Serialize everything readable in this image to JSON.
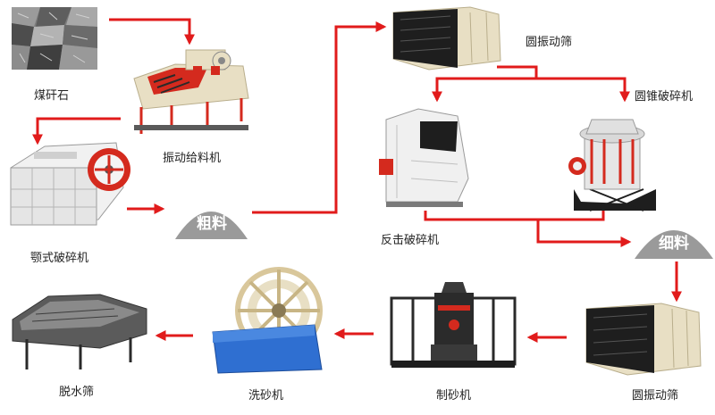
{
  "nodes": {
    "raw_stone": {
      "label": "煤矸石"
    },
    "vibrating_feeder": {
      "label": "振动给料机"
    },
    "jaw_crusher": {
      "label": "颚式破碎机"
    },
    "coarse_material": {
      "label": "粗料"
    },
    "circular_screen_top": {
      "label": "圆振动筛"
    },
    "impact_crusher": {
      "label": "反击破碎机"
    },
    "cone_crusher": {
      "label": "圆锥破碎机"
    },
    "fine_material": {
      "label": "细料"
    },
    "circular_screen_bottom": {
      "label": "圆振动筛"
    },
    "sand_maker": {
      "label": "制砂机"
    },
    "sand_washer": {
      "label": "洗砂机"
    },
    "dewatering_screen": {
      "label": "脱水筛"
    }
  },
  "colors": {
    "arrow": "#e11b1b",
    "pile": "#9a9a9a",
    "machine_frame": "#e8dfc4",
    "machine_dark": "#2a2a2a",
    "accent_red": "#d42a1e",
    "washer_blue": "#2f6fd1"
  }
}
